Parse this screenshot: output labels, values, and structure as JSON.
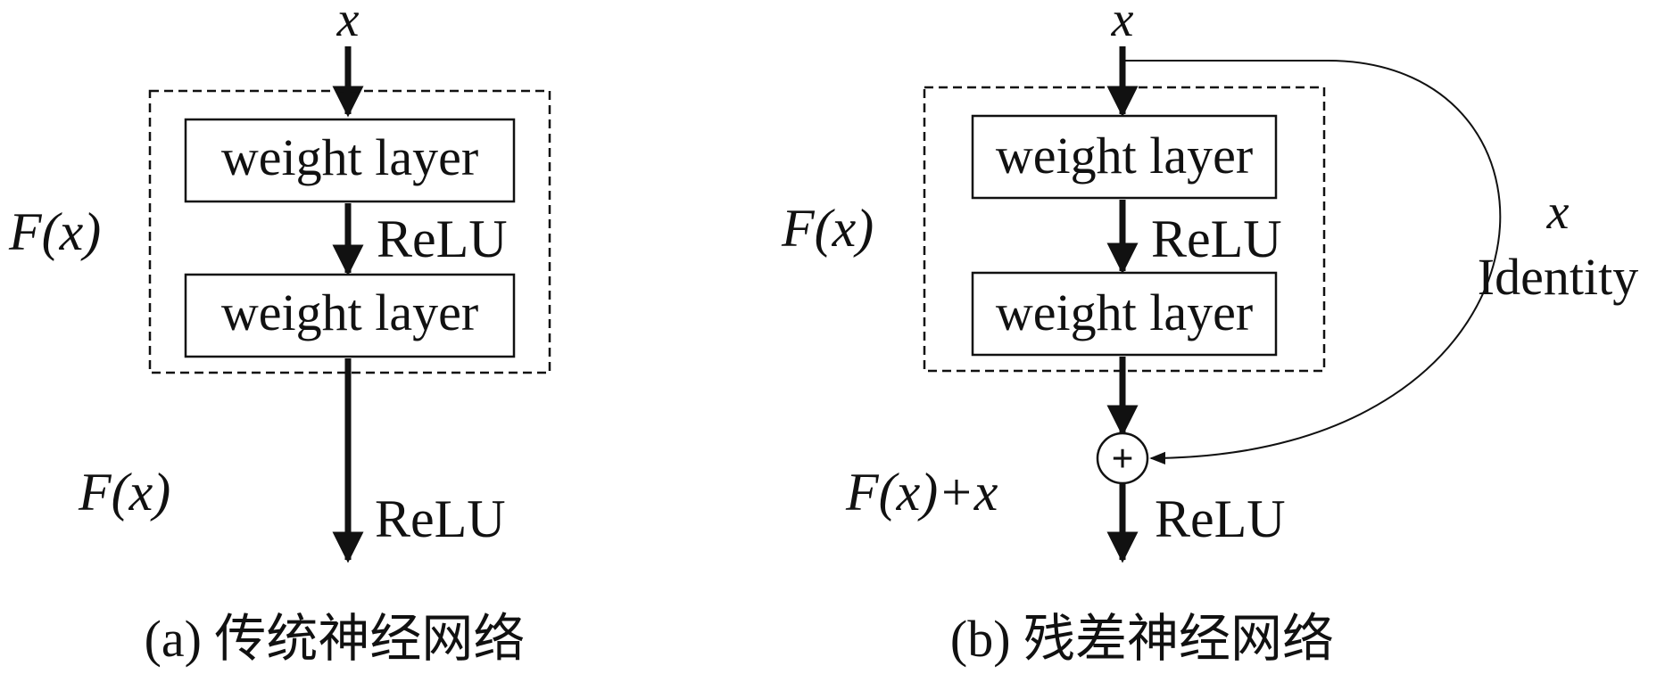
{
  "panel_a": {
    "input_label": "x",
    "layer1": "weight layer",
    "relu_mid": "ReLU",
    "layer2": "weight layer",
    "block_label": "F(x)",
    "output_label": "F(x)",
    "relu_out": "ReLU",
    "caption": "(a) 传统神经网络"
  },
  "panel_b": {
    "input_label": "x",
    "layer1": "weight layer",
    "relu_mid": "ReLU",
    "layer2": "weight layer",
    "block_label": "F(x)",
    "shortcut_var": "x",
    "shortcut_label": "Identity",
    "sum_symbol": "+",
    "output_label": "F(x)+x",
    "relu_out": "ReLU",
    "caption": "(b) 残差神经网络"
  },
  "colors": {
    "line": "#111111",
    "background": "#ffffff"
  }
}
